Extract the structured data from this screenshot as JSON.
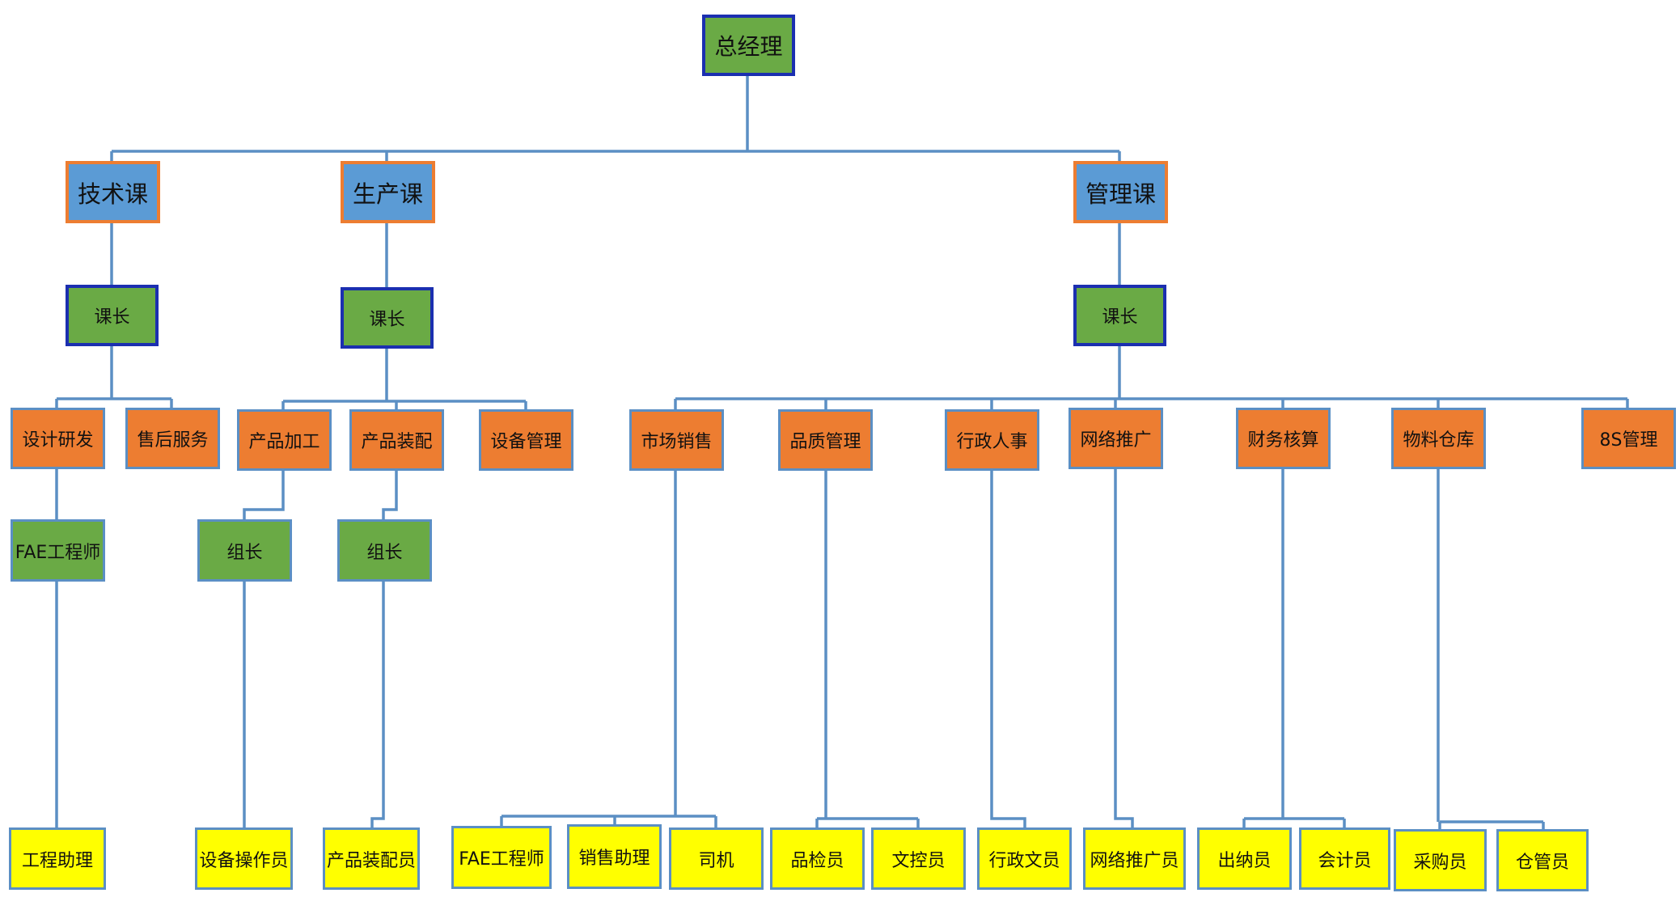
{
  "root": "总经理",
  "departments": {
    "tech": "技术课",
    "production": "生产课",
    "management": "管理课"
  },
  "chiefs": {
    "tech": "课长",
    "production": "课长",
    "management": "课长"
  },
  "tech_units": {
    "design": "设计研发",
    "after_sales": "售后服务",
    "fae_engineer": "FAE工程师",
    "engineer_assistant": "工程助理"
  },
  "production_units": {
    "processing": "产品加工",
    "assembly": "产品装配",
    "equipment": "设备管理",
    "leader_processing": "组长",
    "leader_assembly": "组长",
    "operator": "设备操作员",
    "assembler": "产品装配员"
  },
  "management_units": {
    "marketing": "市场销售",
    "quality": "品质管理",
    "admin_hr": "行政人事",
    "network": "网络推广",
    "finance": "财务核算",
    "warehouse": "物料仓库",
    "five_s": "8S管理"
  },
  "staff": {
    "fae_engineer": "FAE工程师",
    "sales_assistant": "销售助理",
    "driver": "司机",
    "inspector": "品检员",
    "doc_controller": "文控员",
    "admin_clerk": "行政文员",
    "network_promoter": "网络推广员",
    "cashier": "出纳员",
    "accountant": "会计员",
    "purchaser": "采购员",
    "warehouse_keeper": "仓管员"
  },
  "colors": {
    "connector": "#5b8fc4",
    "green_box": "#6aaa45",
    "blue_box": "#5b9bd5",
    "orange_box": "#ed7d31",
    "yellow_box": "#ffff00",
    "dark_blue_border": "#1b2fb0"
  }
}
